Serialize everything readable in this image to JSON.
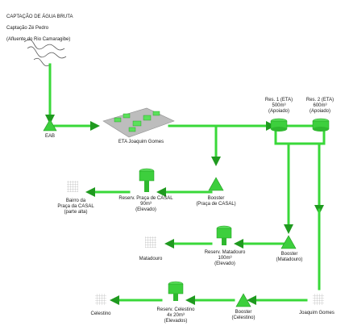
{
  "source": {
    "title": "CAPTAÇÃO DE ÁGUA BRUTA",
    "line2": "Captação Zé Pedro",
    "line3": "(Afluente do Rio Camaragibe)"
  },
  "eab": "EAB",
  "eta": "ETA Joaquim Gomes",
  "res1": "Res. 1 (ETA)\n500m³\n(Apoiado)",
  "res2": "Res. 2 (ETA)\n600m³\n(Apoiado)",
  "booster_casal": "Booster\n(Praça de CASAL)",
  "reserv_casal": "Reserv. Praça de CASAL\n90m³\n(Elevado)",
  "bairro_casal": "Bairro da\nPraça da CASAL\n(parte alta)",
  "booster_matadouro": "Booster\n(Matadouro)",
  "reserv_matadouro": "Reserv. Matadouro\n100m³\n(Elevado)",
  "matadouro": "Matadouro",
  "joaquim_gomes": "Joaquim Gomes",
  "booster_celestino": "Booster\n(Celestino)",
  "reserv_celestino": "Reserv. Celestino\n4x 20m³\n(Elevados)",
  "celestino": "Celestino",
  "colors": {
    "pipe": "#39d839",
    "pipe_dark": "#1f9a1f",
    "tank": "#5be05b",
    "grid": "#b5b5b5"
  }
}
